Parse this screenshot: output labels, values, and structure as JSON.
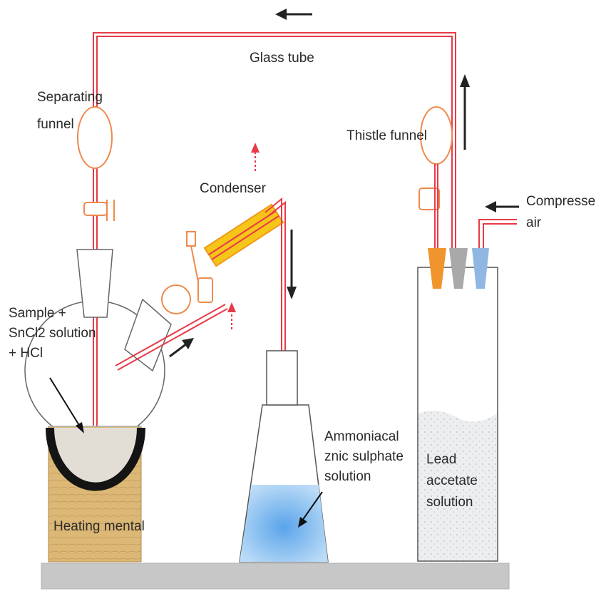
{
  "labels": {
    "glass_tube": "Glass tube",
    "separating_funnel": "Separating\nfunnel",
    "condenser": "Condenser",
    "thistle_funnel": "Thistle funnel",
    "compressed_air": "Compresse\nair",
    "sample": "Sample +\nSnCl2 solution\n+ HCl",
    "heating_mantle": "Heating mental",
    "zinc_solution": "Ammoniacal\nznic sulphate\nsolution",
    "lead_solution": "Lead\naccetate\nsolution"
  },
  "colors": {
    "tube": "#e83a48",
    "glass_outline": "#555555",
    "funnel_orange": "#ee8a4c",
    "condenser_yellow": "#f5c518",
    "condenser_orange": "#f09a1c",
    "mantle": "#d9b26a",
    "bowl_black": "#141414",
    "blue_solution": "#9ccbf1",
    "gray_solution": "#e6e8ea",
    "stopper_orange": "#f0952e",
    "stopper_gray": "#a9a9a9",
    "stopper_blue": "#8fb7e2",
    "arrow": "#222222",
    "bench": "#c7c7c7"
  },
  "icons": [
    "arrow-left-icon",
    "arrow-up-icon",
    "arrow-down-icon",
    "flow-arrow-icon",
    "stopcock-icon"
  ]
}
